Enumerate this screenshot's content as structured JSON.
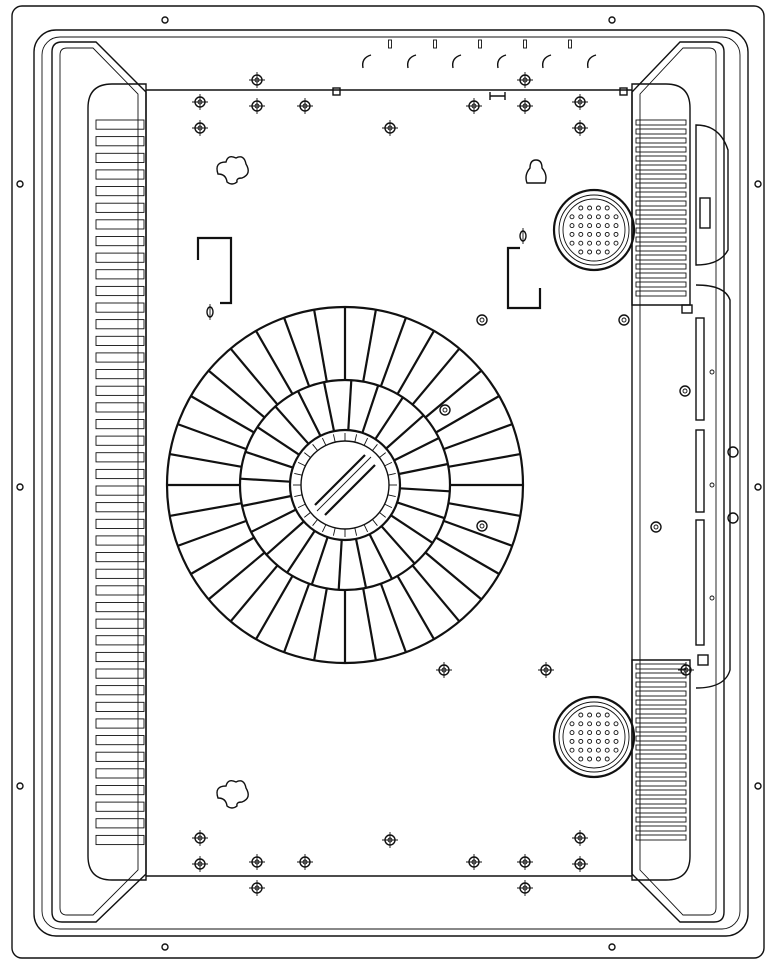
{
  "drawing": {
    "subject": "",
    "line_color": "#111111",
    "background": "#ffffff",
    "center_grille": {
      "rings": 3,
      "spokes_outer": 36,
      "spokes_middle": 24
    },
    "side_fins": {
      "left_count": 44,
      "right_upper_count": 20,
      "right_lower_count": 20
    },
    "speaker_grille_rows": 6,
    "mounting_screw_icon": "crosshair-screw-icon",
    "keyhole_icon": "keyhole-slot-icon"
  }
}
